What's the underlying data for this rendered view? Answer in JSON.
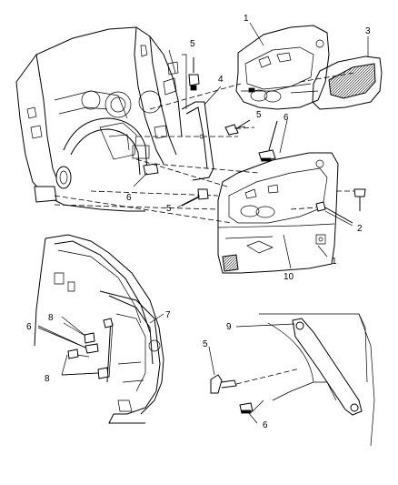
{
  "callouts": {
    "c1a": "1",
    "c3": "3",
    "c5a": "5",
    "c4": "4",
    "c5b": "5",
    "c6a": "6",
    "c6b": "6",
    "c5c": "5",
    "c2": "2",
    "c10": "10",
    "c1b": "1",
    "c7": "7",
    "c8a": "8",
    "c6c": "6",
    "c8b": "8",
    "c9": "9",
    "c5d": "5",
    "c6d": "6"
  }
}
